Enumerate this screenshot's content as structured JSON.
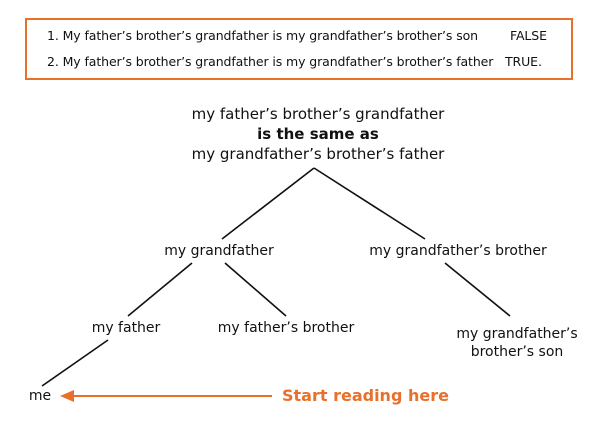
{
  "statements": [
    {
      "text": "1. My father’s brother’s grandfather is my grandfather’s brother’s son",
      "verdict": "FALSE"
    },
    {
      "text": "2. My father’s brother’s grandfather is my grandfather’s brother’s father",
      "verdict": "TRUE."
    }
  ],
  "tree": {
    "root": {
      "line1": "my father’s brother’s grandfather",
      "line2": "is the same as",
      "line3": "my grandfather’s brother’s father"
    },
    "my_grandfather": "my grandfather",
    "my_grandfathers_brother": "my grandfather’s brother",
    "my_father": "my father",
    "my_fathers_brother": "my father’s brother",
    "my_grandfathers_brothers_son": {
      "line1": "my grandfather’s",
      "line2": "brother’s son"
    },
    "me": "me"
  },
  "callout": {
    "text": "Start reading here",
    "color": "#e8702a"
  },
  "colors": {
    "accent": "#e8702a",
    "line": "#111111"
  }
}
